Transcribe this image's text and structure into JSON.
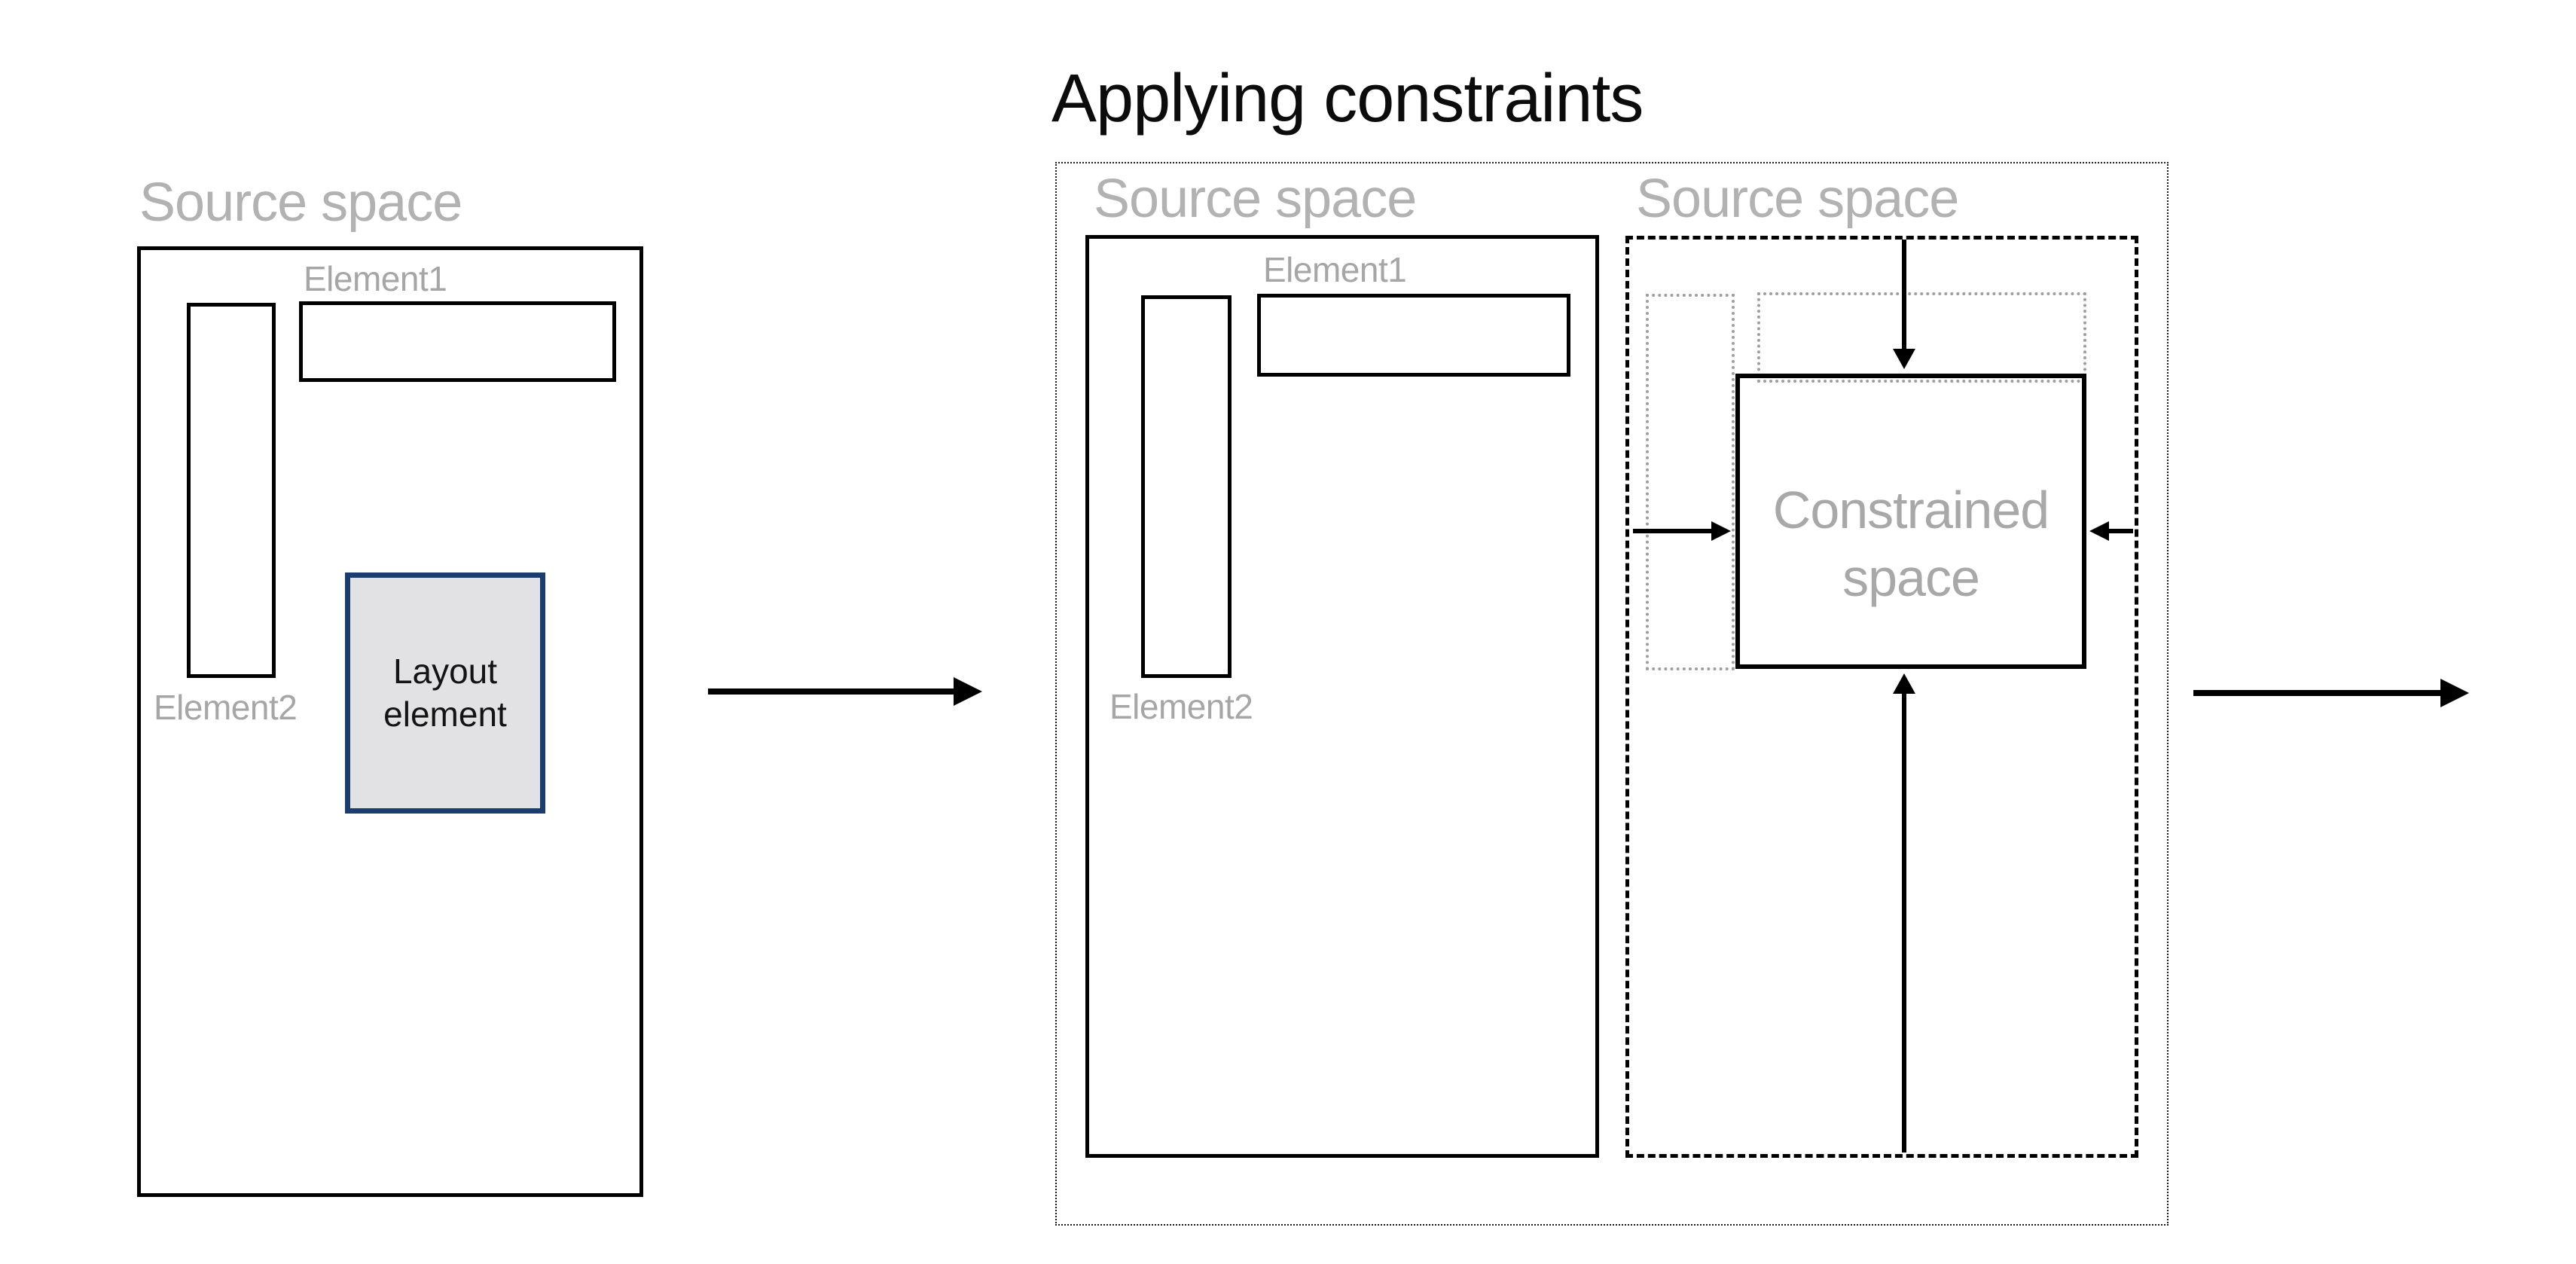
{
  "title": "Applying constraints",
  "labels": {
    "source_space": "Source space",
    "element1": "Element1",
    "element2": "Element2",
    "layout_element": "Layout element",
    "constrained_space": "Constrained space"
  },
  "colors": {
    "layout_element_border": "#1b3c6e",
    "layout_element_fill": "#e2e2e4",
    "source_space_label": "#b2b2b2",
    "element_label": "#a6a6a6",
    "constrained_label": "#a8a8a8",
    "line_black": "#000000",
    "ghost_dotted": "#9e9e9e"
  }
}
